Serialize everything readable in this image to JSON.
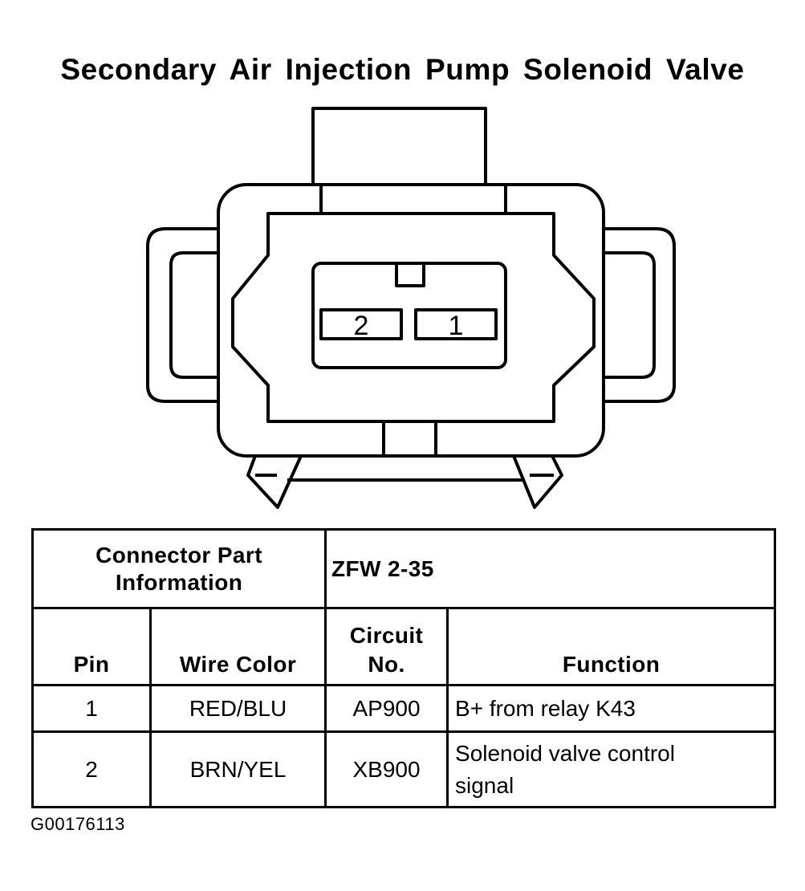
{
  "title": "Secondary Air Injection Pump Solenoid Valve",
  "connector": {
    "pins": [
      {
        "label": "2"
      },
      {
        "label": "1"
      }
    ]
  },
  "table": {
    "part_info_label_line1": "Connector Part",
    "part_info_label_line2": "Information",
    "part_info_value": "ZFW 2-35",
    "headers": {
      "pin": "Pin",
      "wire_color": "Wire Color",
      "circuit_line1": "Circuit",
      "circuit_line2": "No.",
      "function": "Function"
    },
    "rows": [
      {
        "pin": "1",
        "wire_color": "RED/BLU",
        "circuit": "AP900",
        "function_line1": "B+ from relay K43",
        "function_line2": ""
      },
      {
        "pin": "2",
        "wire_color": "BRN/YEL",
        "circuit": "XB900",
        "function_line1": "Solenoid valve control",
        "function_line2": "signal"
      }
    ]
  },
  "figure_id": "G00176113"
}
